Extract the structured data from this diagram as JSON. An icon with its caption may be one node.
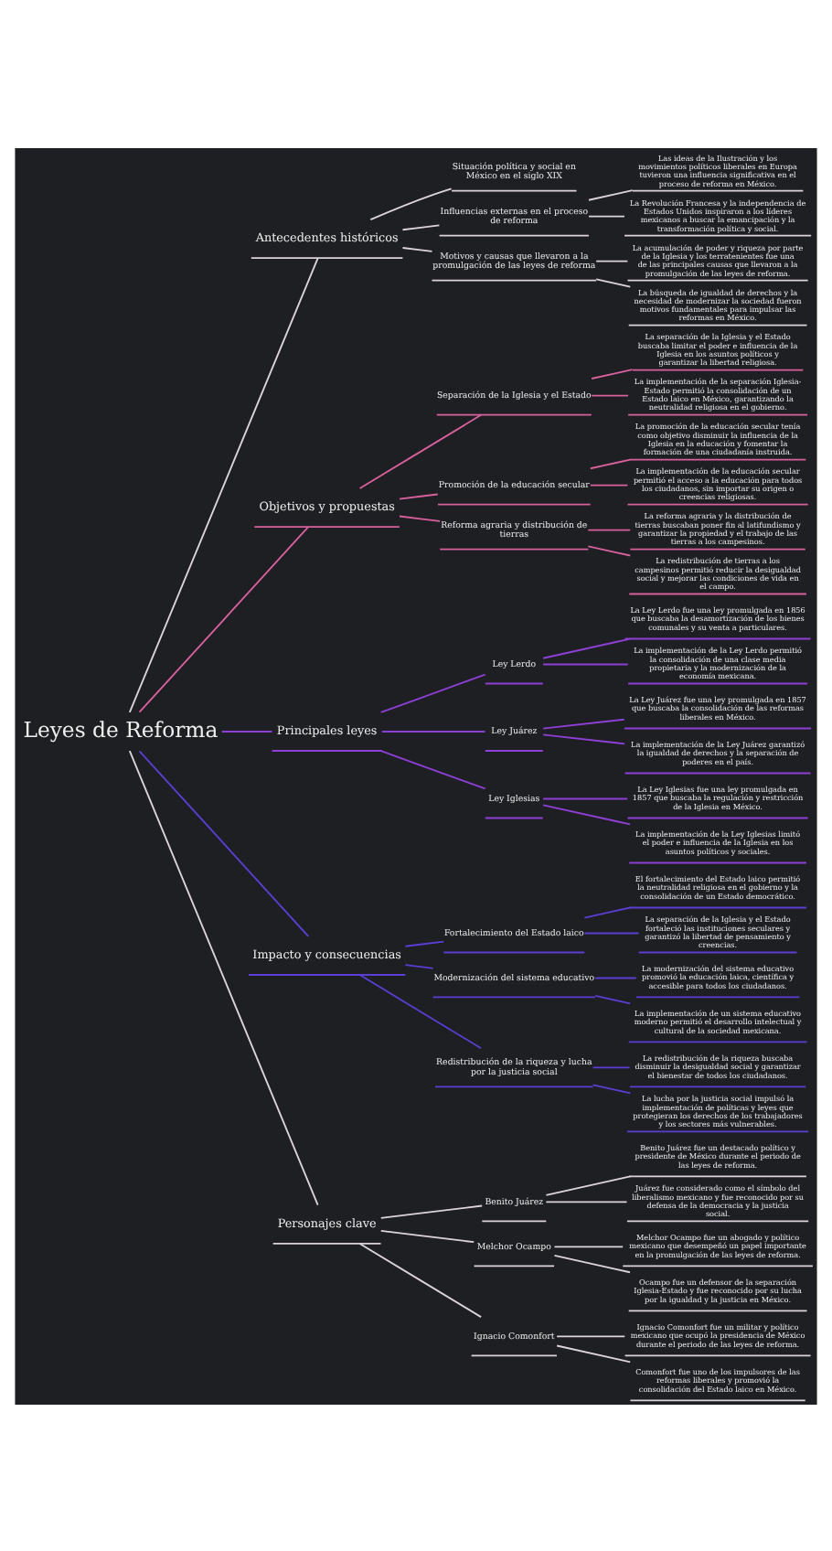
{
  "diagram": {
    "nodes": [
      {
        "text": [
          "Leyes de Reforma"
        ]
      },
      {
        "text": [
          "Antecedentes históricos"
        ]
      },
      {
        "text": [
          "Situación política y social en México en el siglo XIX"
        ]
      },
      {
        "text": [
          "Influencias externas en el proceso de reforma"
        ]
      },
      {
        "text": [
          "Las ideas de la Ilustración y los movimientos políticos liberales en Europa tuvieron una influencia significativa en el proceso de reforma en México."
        ]
      },
      {
        "text": [
          "La Revolución Francesa y la independencia de Estados Unidos inspiraron a los líderes mexicanos a buscar la emancipación y la transformación política y social."
        ]
      },
      {
        "text": [
          "Motivos y causas que llevaron a la promulgación de las leyes de reforma"
        ]
      },
      {
        "text": [
          "La acumulación de poder y riqueza por parte de la Iglesia y los terratenientes fue una de las principales causas que llevaron a la promulgación de las leyes de reforma."
        ]
      },
      {
        "text": [
          "La búsqueda de igualdad de derechos y la necesidad de modernizar la sociedad fueron motivos fundamentales para impulsar las reformas en México."
        ]
      },
      {
        "text": [
          "Objetivos y propuestas"
        ]
      },
      {
        "text": [
          "Separación de la Iglesia y el Estado"
        ]
      },
      {
        "text": [
          "La separación de la Iglesia y el Estado buscaba limitar el poder e influencia de la Iglesia en los asuntos políticos y garantizar la libertad religiosa."
        ]
      },
      {
        "text": [
          "La implementación de la separación Iglesia-Estado permitió la consolidación de un Estado laico en México, garantizando la neutralidad religiosa en el gobierno."
        ]
      },
      {
        "text": [
          "Promoción de la educación secular"
        ]
      },
      {
        "text": [
          "La promoción de la educación secular tenía como objetivo disminuir la influencia de la Iglesia en la educación y fomentar la formación de una ciudadanía instruida."
        ]
      },
      {
        "text": [
          "La implementación de la educación secular permitió el acceso a la educación para todos los ciudadanos, sin importar su origen o creencias religiosas."
        ]
      },
      {
        "text": [
          "Reforma agraria y distribución de tierras"
        ]
      },
      {
        "text": [
          "La reforma agraria y la distribución de tierras buscaban poner fin al latifundismo y garantizar la propiedad y el trabajo de las tierras a los campesinos."
        ]
      },
      {
        "text": [
          "La redistribución de tierras a los campesinos permitió reducir la desigualdad social y mejorar las condiciones de vida en el campo."
        ]
      },
      {
        "text": [
          "Principales leyes"
        ]
      },
      {
        "text": [
          "Ley Lerdo"
        ]
      },
      {
        "text": [
          "La Ley Lerdo fue una ley promulgada en 1856 que buscaba la desamortización de los bienes comunales y su venta a particulares."
        ]
      },
      {
        "text": [
          "La implementación de la Ley Lerdo permitió la consolidación de una clase media propietaria y la modernización de la economía mexicana."
        ]
      },
      {
        "text": [
          "Ley Juárez"
        ]
      },
      {
        "text": [
          "La Ley Juárez fue una ley promulgada en 1857 que buscaba la consolidación de las reformas liberales en México."
        ]
      },
      {
        "text": [
          "La implementación de la Ley Juárez garantizó la igualdad de derechos y la separación de poderes en el país."
        ]
      },
      {
        "text": [
          "Ley Iglesias"
        ]
      },
      {
        "text": [
          "La Ley Iglesias fue una ley promulgada en 1857 que buscaba la regulación y restricción de la Iglesia en México."
        ]
      },
      {
        "text": [
          "La implementación de la Ley Iglesias limitó el poder e influencia de la Iglesia en los asuntos políticos y sociales."
        ]
      },
      {
        "text": [
          "Impacto y consecuencias"
        ]
      },
      {
        "text": [
          "Fortalecimiento del Estado laico"
        ]
      },
      {
        "text": [
          "El fortalecimiento del Estado laico permitió la neutralidad religiosa en el gobierno y la consolidación de un Estado democrático."
        ]
      },
      {
        "text": [
          "La separación de la Iglesia y el Estado fortaleció las instituciones seculares y garantizó la libertad de pensamiento y creencias."
        ]
      },
      {
        "text": [
          "Modernización del sistema educativo"
        ]
      },
      {
        "text": [
          "La modernización del sistema educativo promovió la educación laica, científica y accesible para todos los ciudadanos."
        ]
      },
      {
        "text": [
          "La implementación de un sistema educativo moderno permitió el desarrollo intelectual y cultural de la sociedad mexicana."
        ]
      },
      {
        "text": [
          "Redistribución de la riqueza y lucha por la justicia social"
        ]
      },
      {
        "text": [
          "La redistribución de la riqueza buscaba disminuir la desigualdad social y garantizar el bienestar de todos los ciudadanos."
        ]
      },
      {
        "text": [
          "La lucha por la justicia social impulsó la implementación de políticas y leyes que protegieran los derechos de los trabajadores y los sectores más vulnerables."
        ]
      },
      {
        "text": [
          "Personajes clave"
        ]
      },
      {
        "text": [
          "Benito Juárez"
        ]
      },
      {
        "text": [
          "Benito Juárez fue un destacado político y presidente de México durante el periodo de las leyes de reforma."
        ]
      },
      {
        "text": [
          "Juárez fue considerado como el símbolo del liberalismo mexicano y fue reconocido por su defensa de la democracia y la justicia social."
        ]
      },
      {
        "text": [
          "Melchor Ocampo"
        ]
      },
      {
        "text": [
          "Melchor Ocampo fue un abogado y político mexicano que desempeñó un papel importante en la promulgación de las leyes de reforma."
        ]
      },
      {
        "text": [
          "Ocampo fue un defensor de la separación Iglesia-Estado y fue reconocido por su lucha por la igualdad y la justicia en México."
        ]
      },
      {
        "text": [
          "Ignacio Comonfort"
        ]
      },
      {
        "text": [
          "Ignacio Comonfort fue un militar y político mexicano que ocupó la presidencia de México durante el periodo de las leyes de reforma."
        ]
      },
      {
        "text": [
          "Comonfort fue uno de los impulsores de las reformas liberales y promovió la consolidación del Estado laico en México."
        ]
      }
    ],
    "edges": [
      {
        "from": 0,
        "to": 1,
        "arrow": "none"
      },
      {
        "from": 1,
        "to": 2,
        "arrow": "none"
      },
      {
        "from": 1,
        "to": 3,
        "arrow": "none"
      },
      {
        "from": 3,
        "to": 4,
        "arrow": "none"
      },
      {
        "from": 3,
        "to": 5,
        "arrow": "none"
      },
      {
        "from": 1,
        "to": 6,
        "arrow": "none"
      },
      {
        "from": 6,
        "to": 7,
        "arrow": "none"
      },
      {
        "from": 6,
        "to": 8,
        "arrow": "none"
      },
      {
        "from": 0,
        "to": 9,
        "arrow": "none",
        "color": "#d9609e"
      },
      {
        "from": 9,
        "to": 10,
        "arrow": "none",
        "color": "#d9609e"
      },
      {
        "from": 10,
        "to": 11,
        "arrow": "none",
        "color": "#d9609e"
      },
      {
        "from": 10,
        "to": 12,
        "arrow": "none",
        "color": "#d9609e"
      },
      {
        "from": 9,
        "to": 13,
        "arrow": "none",
        "color": "#d9609e"
      },
      {
        "from": 13,
        "to": 14,
        "arrow": "none",
        "color": "#d9609e"
      },
      {
        "from": 13,
        "to": 15,
        "arrow": "none",
        "color": "#d9609e"
      },
      {
        "from": 9,
        "to": 16,
        "arrow": "none",
        "color": "#d9609e"
      },
      {
        "from": 16,
        "to": 17,
        "arrow": "none",
        "color": "#d9609e"
      },
      {
        "from": 16,
        "to": 18,
        "arrow": "none",
        "color": "#d9609e"
      },
      {
        "from": 0,
        "to": 19,
        "arrow": "none",
        "color": "#8e3fd6"
      },
      {
        "from": 19,
        "to": 20,
        "arrow": "none",
        "color": "#8e3fd6"
      },
      {
        "from": 20,
        "to": 21,
        "arrow": "none",
        "color": "#8e3fd6"
      },
      {
        "from": 20,
        "to": 22,
        "arrow": "none",
        "color": "#8e3fd6"
      },
      {
        "from": 19,
        "to": 23,
        "arrow": "none",
        "color": "#8e3fd6"
      },
      {
        "from": 23,
        "to": 24,
        "arrow": "none",
        "color": "#8e3fd6"
      },
      {
        "from": 23,
        "to": 25,
        "arrow": "none",
        "color": "#8e3fd6"
      },
      {
        "from": 19,
        "to": 26,
        "arrow": "none",
        "color": "#8e3fd6"
      },
      {
        "from": 26,
        "to": 27,
        "arrow": "none",
        "color": "#8e3fd6"
      },
      {
        "from": 26,
        "to": 28,
        "arrow": "none",
        "color": "#8e3fd6"
      },
      {
        "from": 0,
        "to": 29,
        "arrow": "none",
        "color": "#5b3fd4"
      },
      {
        "from": 29,
        "to": 30,
        "arrow": "none",
        "color": "#5b3fd4"
      },
      {
        "from": 30,
        "to": 31,
        "arrow": "none",
        "color": "#5b3fd4"
      },
      {
        "from": 30,
        "to": 32,
        "arrow": "none",
        "color": "#5b3fd4"
      },
      {
        "from": 29,
        "to": 33,
        "arrow": "none",
        "color": "#5b3fd4"
      },
      {
        "from": 33,
        "to": 34,
        "arrow": "none",
        "color": "#5b3fd4"
      },
      {
        "from": 33,
        "to": 35,
        "arrow": "none",
        "color": "#5b3fd4"
      },
      {
        "from": 29,
        "to": 36,
        "arrow": "none",
        "color": "#5b3fd4"
      },
      {
        "from": 36,
        "to": 37,
        "arrow": "none",
        "color": "#5b3fd4"
      },
      {
        "from": 36,
        "to": 38,
        "arrow": "none",
        "color": "#5b3fd4"
      },
      {
        "from": 0,
        "to": 39,
        "arrow": "none"
      },
      {
        "from": 39,
        "to": 40,
        "arrow": "none"
      },
      {
        "from": 40,
        "to": 41,
        "arrow": "none"
      },
      {
        "from": 40,
        "to": 42,
        "arrow": "none"
      },
      {
        "from": 39,
        "to": 43,
        "arrow": "none"
      },
      {
        "from": 43,
        "to": 44,
        "arrow": "none"
      },
      {
        "from": 43,
        "to": 45,
        "arrow": "none"
      },
      {
        "from": 39,
        "to": 46,
        "arrow": "none"
      },
      {
        "from": 46,
        "to": 47,
        "arrow": "none"
      },
      {
        "from": 46,
        "to": 48,
        "arrow": "none"
      }
    ]
  }
}
